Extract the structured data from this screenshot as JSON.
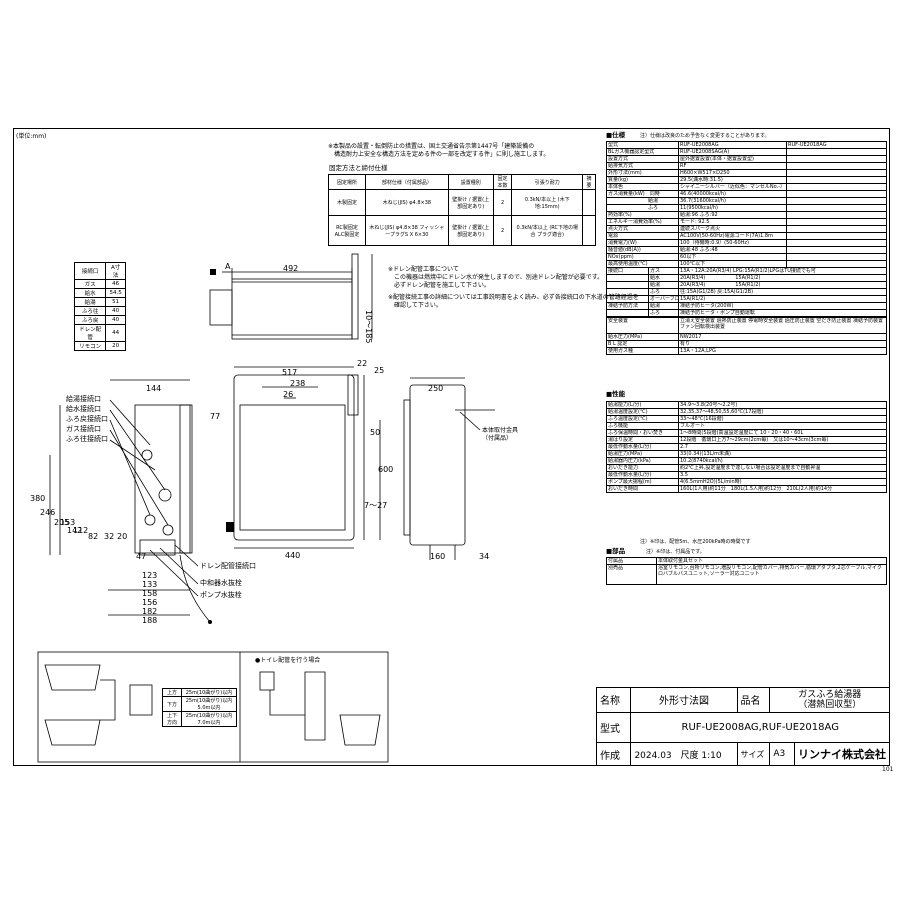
{
  "unit_note": "(単位:mm)",
  "notes": {
    "install_notice": [
      "※本製品の設置・転倒防止の措置は、国土交通省告示第1447号「建築設備の",
      "　構造耐力上安全な構造方法を定める件の一部を改定する件」に則し施工します。"
    ],
    "fix_title": "固定方法と締付仕様",
    "fix_headers": [
      "固定場所",
      "部材仕様（付属部品）",
      "設置種別",
      "固定本数",
      "引張り耐力",
      "摘要"
    ],
    "fix_rows": [
      [
        "木製固定",
        "木ねじ(JIS) φ4.8×38",
        "壁掛け / 据置(上部固定あり)",
        "2",
        "0.3kN/本以上 (木下地:15mm)",
        ""
      ],
      [
        "RC製固定 ALC製固定",
        "木ねじ(JIS) φ4.8×38 フィッシャープラグS X 6×30",
        "壁掛け / 据置(上部固定あり)",
        "2",
        "0.3kN/本以上 (RC下地の場合 プラグ適合)",
        ""
      ]
    ],
    "drain_note": [
      "※ドレン配管工事について",
      "　この機器は燃焼中にドレン水が発生しますので、別途ドレン配管が必要です。",
      "　必ずドレン配管を施工して下さい。",
      "※配管接続工事の詳細については工事説明書をよく読み、必ず各接続口の下水道の管路経過を",
      "　確認して下さい。"
    ]
  },
  "connections": {
    "headers": [
      "接続口",
      "A寸法"
    ],
    "rows": [
      [
        "ガス",
        "46"
      ],
      [
        "給水",
        "54.5"
      ],
      [
        "給湯",
        "51"
      ],
      [
        "ふろ往",
        "40"
      ],
      [
        "ふろ戻",
        "40"
      ],
      [
        "ドレン配管",
        "44"
      ],
      [
        "リモコン",
        "20"
      ]
    ]
  },
  "labels": {
    "left_callouts": [
      "給湯接続口",
      "給水接続口",
      "ふろ戻接続口",
      "ガス接続口",
      "ふろ往接続口"
    ],
    "bottom_callouts": [
      "ドレン配管接続口",
      "中和器水抜栓",
      "ポンプ水抜栓"
    ],
    "right_callout": [
      "本体取付金具",
      "（付属品）"
    ],
    "pipe_note": "●トイレ配管を行う場合",
    "pipe_table": [
      [
        "上方",
        "25m(10曲がり)以内"
      ],
      [
        "下方",
        "25m(10曲がり)以内 5.0m以内"
      ],
      [
        "上下方向",
        "25m(10曲がり)以内 7.0m以内"
      ]
    ]
  },
  "dimensions": {
    "top_width": "492",
    "top_A": "A",
    "top_side": "10〜185",
    "front_width": "517",
    "front_238": "238",
    "front_26": "26",
    "front_22": "22",
    "front_25": "25",
    "front_77": "77",
    "front_50": "50",
    "front_600": "600",
    "front_7_27": "7〜27",
    "front_440": "440",
    "side_250": "250",
    "side_160": "160",
    "side_34": "34",
    "left_144": "144",
    "left_380": "380",
    "left_246": "246",
    "left_205": "205",
    "left_153": "153",
    "left_142": "142",
    "left_112": "112",
    "left_82": "82",
    "left_32": "32",
    "left_20": "20",
    "bottom_47": "47",
    "bottom_123": "123",
    "bottom_133": "133",
    "bottom_158": "158",
    "bottom_156": "156",
    "bottom_182": "182",
    "bottom_188": "188"
  },
  "spec": {
    "title": "■仕様",
    "title_note": "注）仕様は改良のため予告なく変更することがあります。",
    "rows": [
      [
        "型式",
        "RUF-UE2008AG",
        "RUF-UE2018AG"
      ],
      [
        "BLガス機器認定型式",
        "RUF-UE2008SAG(A)",
        ""
      ],
      [
        "設置方式",
        "屋外据置設置(本体・据置設置型)",
        ""
      ],
      [
        "給排気方式",
        "RF",
        ""
      ],
      [
        "外形寸法(mm)",
        "H600×W517×D250",
        ""
      ],
      [
        "質量(kg)",
        "29.5(満水時:31.5)",
        ""
      ],
      [
        "本体色",
        "シャイニーシルバー（近似色：マンセルNo.-）",
        ""
      ],
      [
        "ガス消費量(kW)　同時",
        "46.6(40000kcal/h)",
        ""
      ],
      [
        "　　　　　　　　給湯",
        "36.7(31600kcal/h)",
        ""
      ],
      [
        "　　　　　　　　ふろ",
        "11(9500kcal/h)",
        ""
      ],
      [
        "熱効率(%)",
        "給湯:96 ふろ:92",
        ""
      ],
      [
        "エネルギー消費効率(%)",
        "モード: 92.5",
        ""
      ],
      [
        "点火方式",
        "連続スパーク点火",
        ""
      ],
      [
        "電源",
        "AC100V(50-60Hz)電源コード(7A)1.8m",
        ""
      ],
      [
        "消費電力(W)",
        "100（待機時:0.9）(50-60Hz)",
        ""
      ],
      [
        "騒音値(dB(A))",
        "給湯:48 ふろ:48",
        ""
      ],
      [
        "NOx(ppm)",
        "60以下",
        ""
      ],
      [
        "最高使用温度(℃)",
        "100℃以下",
        ""
      ]
    ],
    "connect_rows": [
      [
        "接続口",
        "ガス",
        "13A・12A:20A(R3/4) LPG:15A(R1/2)LPGはTU接続でも可"
      ],
      [
        "",
        "給水",
        "20A(R3/4)　　　　　　15A(R1/2)"
      ],
      [
        "",
        "給湯",
        "20A(R3/4)　　　　　　15A(R1/2)"
      ],
      [
        "",
        "ふろ",
        "往:15A(G1/2B) 戻:15A(G1/2B)"
      ],
      [
        "",
        "オーバーフロー",
        "15A(R1/2)"
      ]
    ],
    "freeze_rows": [
      [
        "凍結予防方法",
        "給湯",
        "凍結予防ヒータ(200W)"
      ],
      [
        "",
        "ふろ",
        "凍結予防ヒータ・ポンプ自動運転"
      ]
    ],
    "safety_row": [
      "安全装置",
      "立消え安全装置 過熱防止装置 停電時安全装置 過圧防止装置 空だき防止装置 凍結予防装置 ファン回転検出装置"
    ],
    "misc_rows": [
      [
        "給水圧力(MPa)",
        "NW2017"
      ],
      [
        "B L 認定",
        "有り"
      ],
      [
        "使用ガス種",
        "13A・12A,LPG"
      ]
    ],
    "perf_title": "■性能",
    "perf_rows": [
      [
        "給湯能力(L/分)",
        "34.9〜3.8(20号〜2.2号)"
      ],
      [
        "給湯温度設定(℃)",
        "32,35,37〜48,50,55,60℃(17段階)"
      ],
      [
        "ふろ温度設定(℃)",
        "33〜48℃(16段階)"
      ],
      [
        "ふろ機能",
        "フルオート"
      ],
      [
        "ふろ保温時間・おい焚き",
        "1〜8時間(5段階)高温設定温度にて 10・20・40・60L"
      ],
      [
        "湯はり設定",
        "12段階　循環口上方7〜29cm(2cm毎)　又は10〜43cm(3cm毎)"
      ],
      [
        "最低作動水量(L/分)",
        "2.7"
      ],
      [
        "給湯圧力(MPa)",
        "33(0.34)(13L/m未満)"
      ],
      [
        "給湯器内圧力(kPa)",
        "10.2(8740kcal/h)"
      ],
      [
        "おいだき能力",
        "約2℃上昇,設定温度まで達しない場合は設定温度まで自動昇温"
      ],
      [
        "最低作動水量(L/分)",
        "3.5"
      ],
      [
        "ポンプ最大揚程(m)",
        "4(6.5mmH2O)(5L/min時)"
      ],
      [
        "おいだき時間",
        "160L(1人用)約11分　180L(1.5人用)約12分　210L(2人用)約14分"
      ]
    ],
    "perf_note": "注）※印は、配管5m、水圧200kPa時の時間です",
    "parts_title": "■部品",
    "parts_note": "注）※印は、付属品です。",
    "parts_rows": [
      [
        "付属品",
        "本体取付金具セット"
      ],
      [
        "別売品",
        "浴室リモコン,台所リモコン,増設リモコン,配管カバー,排気カバー,循環アダプタ,2芯ケーブル,マイクロバブルバスユニット,ソーラー対応ユニット"
      ]
    ]
  },
  "title_block": {
    "name_label": "名称",
    "name_value": "外形寸法図",
    "product_label": "品名",
    "product_value": [
      "ガスふろ給湯器",
      "（潜熱回収型）"
    ],
    "model_label": "型式",
    "model_value": "RUF-UE2008AG,RUF-UE2018AG",
    "date_label": "作成",
    "date_value": "2024.03",
    "scale_label": "尺度",
    "scale_value": "1:10",
    "size_label": "サイズ",
    "size_value": "A3",
    "company": "リンナイ株式会社",
    "sheet": "101"
  }
}
